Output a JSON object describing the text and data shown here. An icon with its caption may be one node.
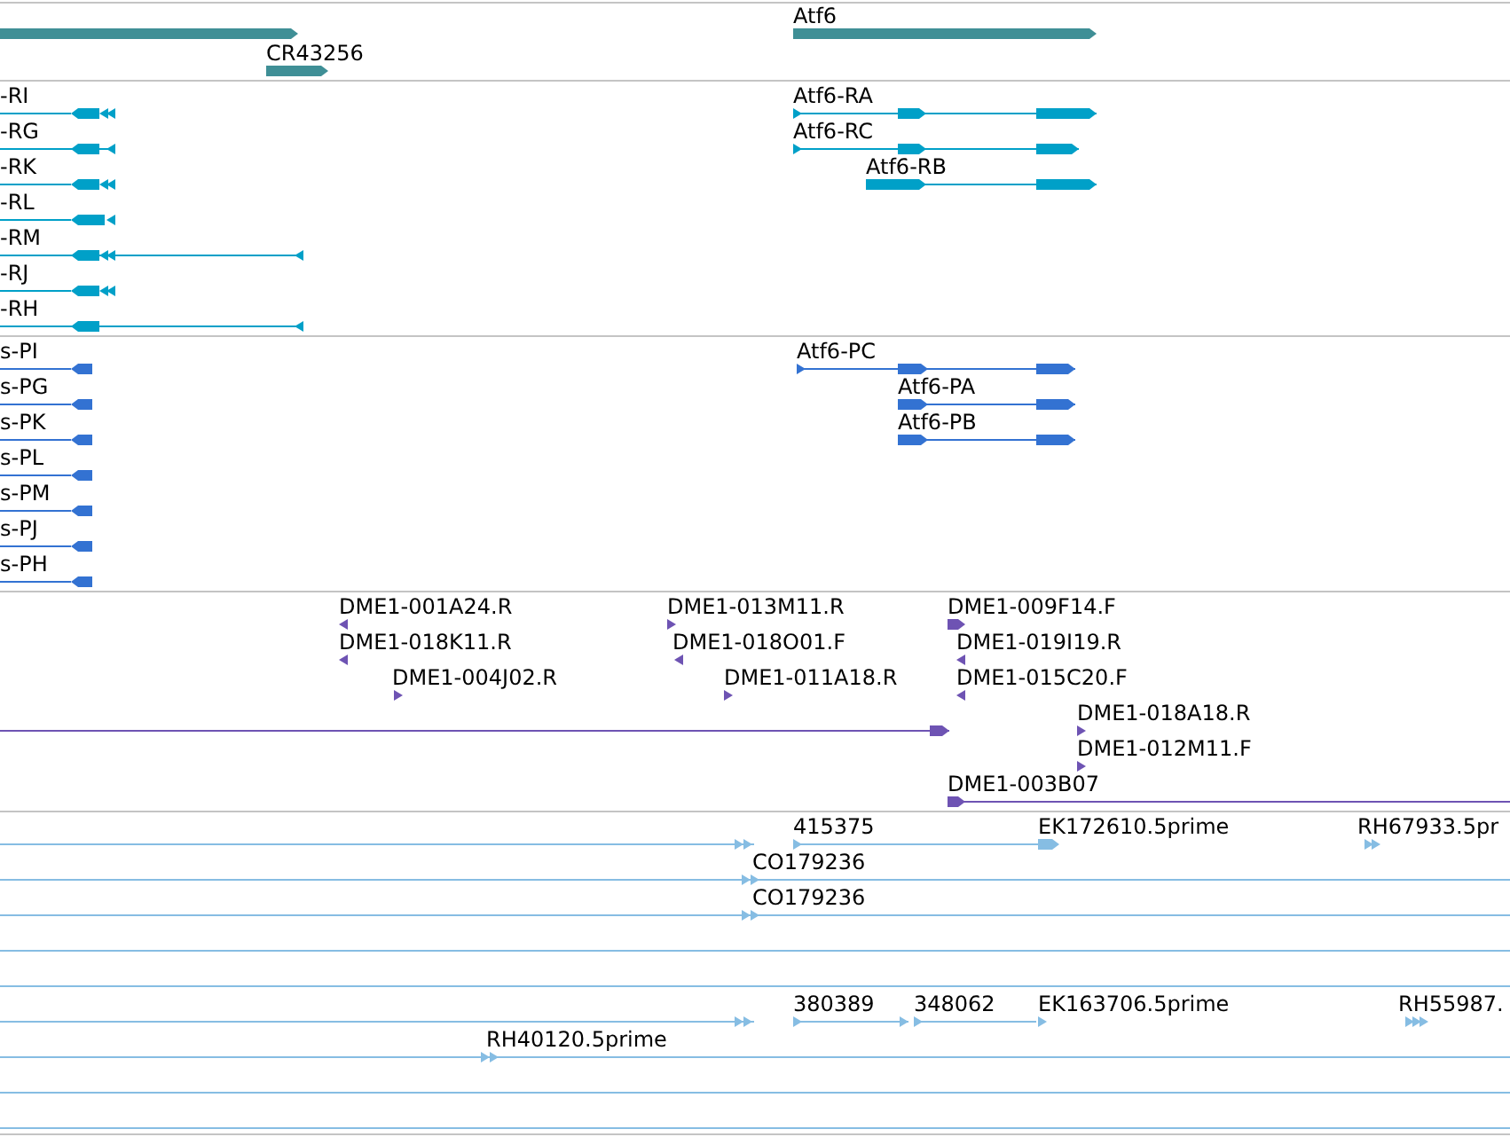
{
  "diagram": {
    "nodes": [
      {
        "text": [],
        "shape": "bar"
      },
      {
        "text": [
          "Atf6"
        ]
      },
      {
        "text": [
          "CR43256"
        ]
      },
      {
        "text": [
          "-RI"
        ]
      },
      {
        "text": [
          "Atf6-RA"
        ]
      },
      {
        "text": [
          "-RG"
        ]
      },
      {
        "text": [
          "Atf6-RC"
        ]
      },
      {
        "text": [
          "-RK"
        ]
      },
      {
        "text": [
          "Atf6-RB"
        ]
      },
      {
        "text": [
          "-RL"
        ]
      },
      {
        "text": [
          "-RM"
        ]
      },
      {
        "text": [
          "-RJ"
        ]
      },
      {
        "text": [
          "-RH"
        ]
      },
      {
        "text": [
          "s-PI"
        ]
      },
      {
        "text": [
          "Atf6-PC"
        ]
      },
      {
        "text": [
          "s-PG"
        ]
      },
      {
        "text": [
          "Atf6-PA"
        ]
      },
      {
        "text": [
          "s-PK"
        ]
      },
      {
        "text": [
          "Atf6-PB"
        ]
      },
      {
        "text": [
          "s-PL"
        ]
      },
      {
        "text": [
          "s-PM"
        ]
      },
      {
        "text": [
          "s-PJ"
        ]
      },
      {
        "text": [
          "s-PH"
        ]
      },
      {
        "text": [
          "DME1-001A24.R"
        ]
      },
      {
        "text": [
          "DME1-013M11.R"
        ]
      },
      {
        "text": [
          "DME1-009F14.F"
        ]
      },
      {
        "text": [
          "DME1-018K11.R"
        ]
      },
      {
        "text": [
          "DME1-018O01.F"
        ]
      },
      {
        "text": [
          "DME1-019I19.R"
        ]
      },
      {
        "text": [
          "DME1-004J02.R"
        ]
      },
      {
        "text": [
          "DME1-011A18.R"
        ]
      },
      {
        "text": [
          "DME1-015C20.F"
        ]
      },
      {
        "text": [],
        "shape": "line"
      },
      {
        "text": [
          "DME1-018A18.R"
        ]
      },
      {
        "text": [
          "DME1-012M11.F"
        ]
      },
      {
        "text": [
          "DME1-003B07"
        ]
      },
      {
        "text": [],
        "shape": "line"
      },
      {
        "text": [
          "415375"
        ]
      },
      {
        "text": [
          "EK172610.5prime"
        ]
      },
      {
        "text": [
          "RH67933.5pr"
        ]
      },
      {
        "text": [],
        "shape": "line"
      },
      {
        "text": [
          "CO179236"
        ]
      },
      {
        "text": [],
        "shape": "line"
      },
      {
        "text": [
          "CO179236"
        ]
      },
      {
        "text": [],
        "shape": "line"
      },
      {
        "text": [],
        "shape": "line"
      },
      {
        "text": [],
        "shape": "line"
      },
      {
        "text": [
          "380389"
        ]
      },
      {
        "text": [
          "348062"
        ]
      },
      {
        "text": [
          "EK163706.5prime"
        ]
      },
      {
        "text": [
          "RH55987."
        ]
      },
      {
        "text": [],
        "shape": "line"
      },
      {
        "text": [
          "RH40120.5prime"
        ]
      },
      {
        "text": [],
        "shape": "line"
      },
      {
        "text": [],
        "shape": "line"
      }
    ]
  }
}
